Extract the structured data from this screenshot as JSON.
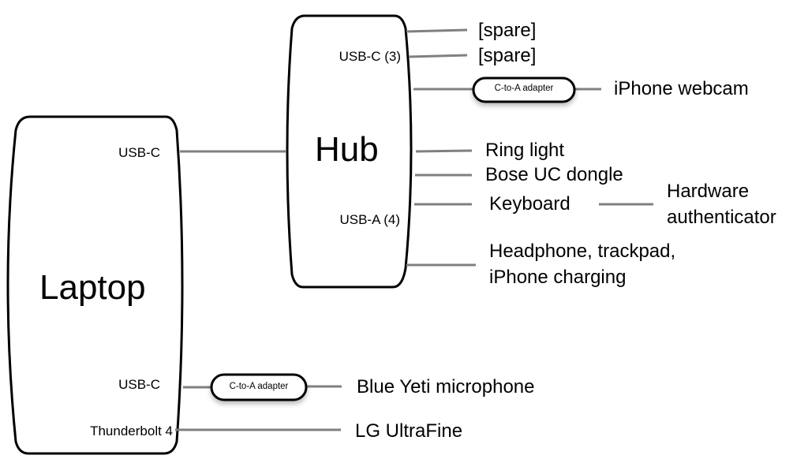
{
  "colors": {
    "outline": "#000000",
    "wire": "#808080",
    "background": "#ffffff"
  },
  "laptop": {
    "title": "Laptop",
    "ports": {
      "usb_c_hub": "USB-C",
      "usb_c_mic": "USB-C",
      "thunderbolt": "Thunderbolt 4"
    }
  },
  "hub": {
    "title": "Hub",
    "port_groups": {
      "usb_c": "USB-C (3)",
      "usb_a": "USB-A (4)"
    }
  },
  "adapters": {
    "webcam_adapter": "C-to-A adapter",
    "mic_adapter": "C-to-A adapter"
  },
  "devices": {
    "spare_1": "[spare]",
    "spare_2": "[spare]",
    "iphone_webcam": "iPhone webcam",
    "ring_light": "Ring light",
    "bose_dongle": "Bose UC dongle",
    "keyboard": "Keyboard",
    "hardware_authenticator_line1": "Hardware",
    "hardware_authenticator_line2": "authenticator",
    "headphone_line1": "Headphone, trackpad,",
    "headphone_line2": "iPhone charging",
    "blue_yeti": "Blue Yeti microphone",
    "lg_ultrafine": "LG UltraFine"
  }
}
